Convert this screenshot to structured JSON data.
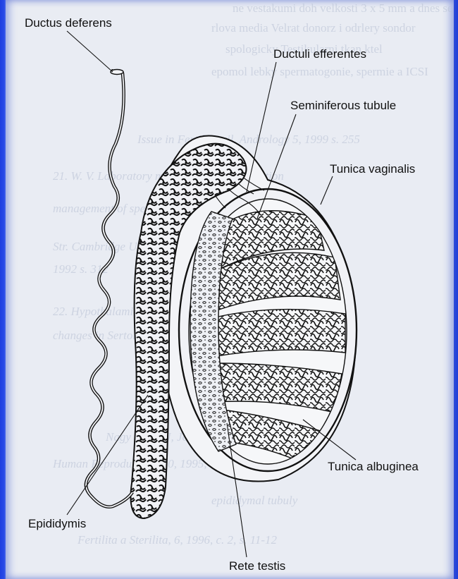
{
  "background_colors": {
    "frame": "#1f3fd8",
    "paper": "#e9ecf3",
    "ink": "#111111"
  },
  "labels": {
    "ductus_deferens": "Ductus deferens",
    "ductuli_efferentes": "Ductuli efferentes",
    "seminiferous_tubule": "Seminiferous tubule",
    "tunica_vaginalis": "Tunica vaginalis",
    "tunica_albuginea": "Tunica albuginea",
    "epididymis": "Epididymis",
    "rete_testis": "Rete testis"
  }
}
